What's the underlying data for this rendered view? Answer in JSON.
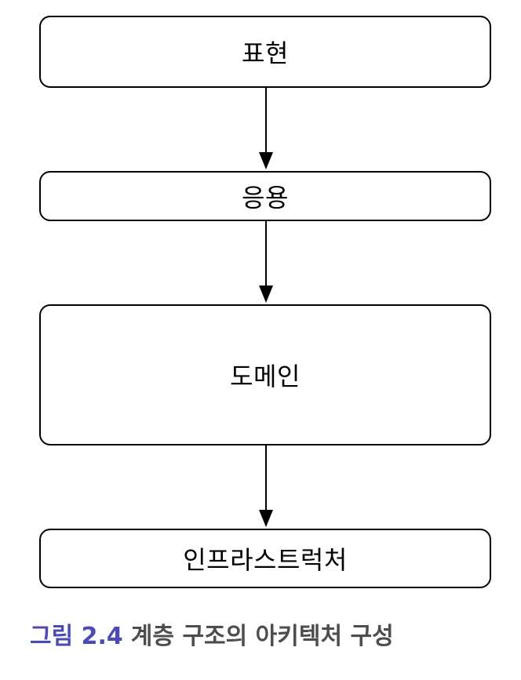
{
  "diagram": {
    "layers": [
      {
        "label": "표현"
      },
      {
        "label": "응용"
      },
      {
        "label": "도메인"
      },
      {
        "label": "인프라스트럭처"
      }
    ]
  },
  "caption": {
    "label": "그림 2.4",
    "text": "계층 구조의 아키텍처 구성"
  },
  "colors": {
    "caption_label": "#4b4bb3",
    "caption_text": "#4d4d4d",
    "border": "#000000"
  }
}
